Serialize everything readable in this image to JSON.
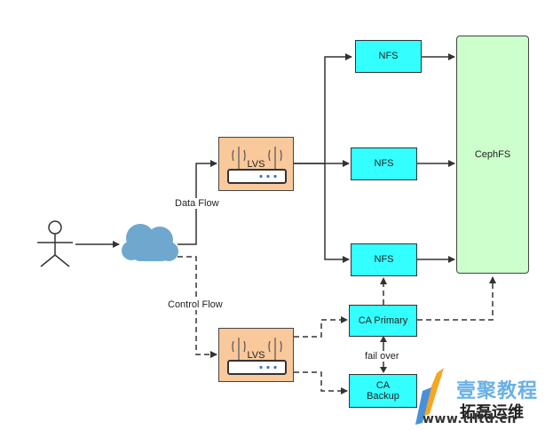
{
  "nodes": {
    "nfs_top": "NFS",
    "nfs_mid": "NFS",
    "nfs_bottom": "NFS",
    "cephfs": "CephFS",
    "lvs_top": "LVS",
    "lvs_bottom": "LVS",
    "ca_primary": "CA Primary",
    "ca_backup_line1": "CA",
    "ca_backup_line2": "Backup"
  },
  "edge_labels": {
    "data_flow": "Data Flow",
    "control_flow": "Control Flow",
    "fail_over": "fail over"
  },
  "watermark": {
    "line1": "壹聚教程",
    "line2": "拓磊运维",
    "line3": "www.tlltd.cn"
  },
  "colors": {
    "nfs": "#33ffff",
    "cephfs": "#ccffcc",
    "lvs": "#f9c89b",
    "cloud": "#6fa8cf",
    "line": "#333333"
  },
  "icons": {
    "user": "stick-figure-icon",
    "network": "cloud-icon",
    "load_balancer": "router-icon"
  }
}
